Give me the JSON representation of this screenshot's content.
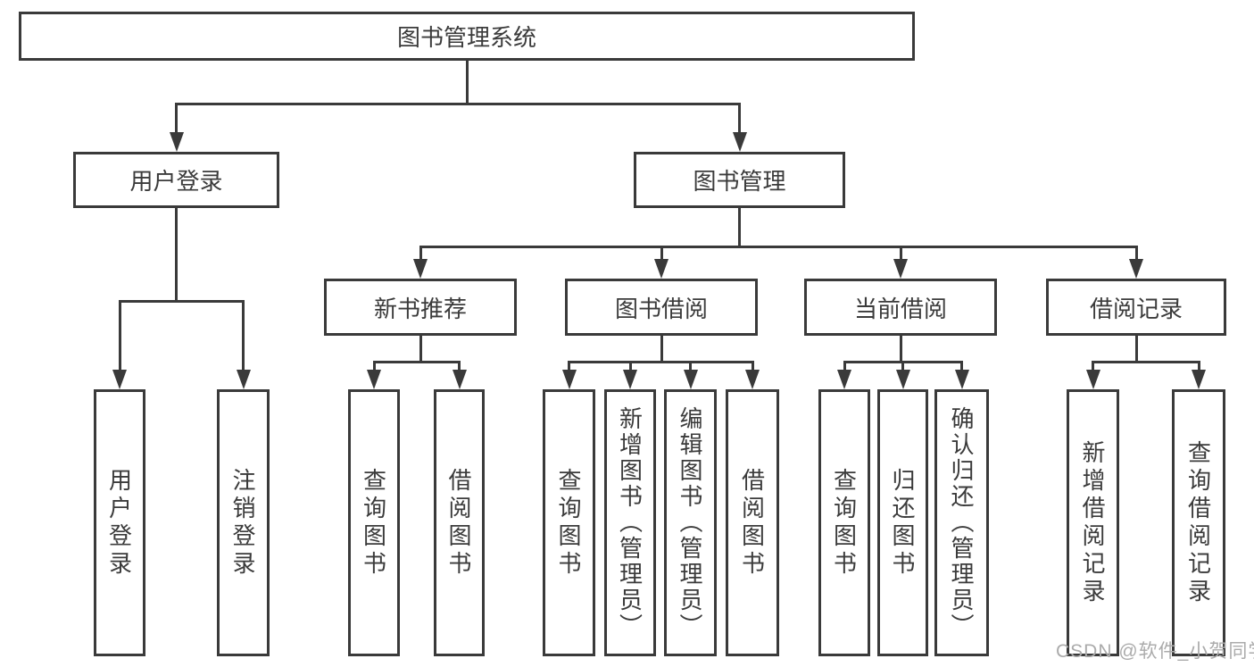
{
  "diagram": {
    "watermark": "CSDN @软件_小贺同学",
    "colors": {
      "line": "#3a3a3a",
      "text": "#3b3b3b",
      "watermark": "#ababab",
      "background": "#ffffff"
    },
    "nodes": {
      "root": {
        "label": "图书管理系统"
      },
      "user_login": {
        "label": "用户登录"
      },
      "book_mgmt": {
        "label": "图书管理"
      },
      "new_book_rec": {
        "label": "新书推荐"
      },
      "book_borrow": {
        "label": "图书借阅"
      },
      "current_borrow": {
        "label": "当前借阅"
      },
      "borrow_record": {
        "label": "借阅记录"
      },
      "leaf_user_login": {
        "label": "用户登录"
      },
      "leaf_logout": {
        "label": "注销登录"
      },
      "leaf_query_1": {
        "label": "查询图书"
      },
      "leaf_borrow_1": {
        "label": "借阅图书"
      },
      "leaf_query_2": {
        "label": "查询图书"
      },
      "leaf_add_book": {
        "label": "新增图书（管理员）"
      },
      "leaf_edit_book": {
        "label": "编辑图书（管理员）"
      },
      "leaf_borrow_2": {
        "label": "借阅图书"
      },
      "leaf_query_3": {
        "label": "查询图书"
      },
      "leaf_return_book": {
        "label": "归还图书"
      },
      "leaf_confirm_return": {
        "label": "确认归还（管理员）"
      },
      "leaf_add_record": {
        "label": "新增借阅记录"
      },
      "leaf_query_record": {
        "label": "查询借阅记录"
      }
    }
  }
}
